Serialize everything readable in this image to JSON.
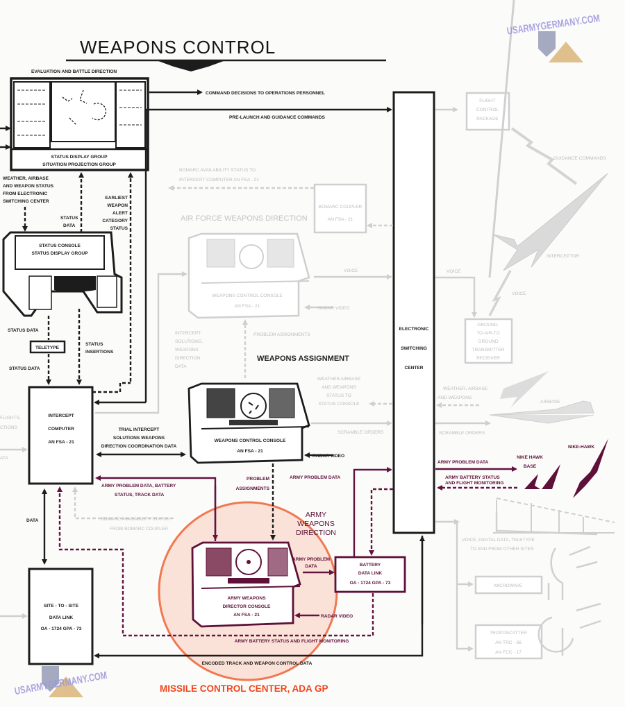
{
  "title": "WEAPONS CONTROL",
  "sections": {
    "air_force": "AIR FORCE WEAPONS DIRECTION",
    "weapons_assignment": "WEAPONS ASSIGNMENT",
    "army": [
      "ARMY",
      "WEAPONS",
      "DIRECTION"
    ]
  },
  "boxes": {
    "evaluation_label": "EVALUATION AND BATTLE DIRECTION",
    "status_display": [
      "STATUS DISPLAY GROUP",
      "SITUATION PROJECTION GROUP"
    ],
    "status_console": [
      "STATUS CONSOLE",
      "STATUS DISPLAY GROUP"
    ],
    "teletype": "TELETYPE",
    "intercept_computer": [
      "INTERCEPT",
      "COMPUTER",
      "AN FSA - 21"
    ],
    "site_to_site": [
      "SITE - TO - SITE",
      "DATA LINK",
      "OA - 1724 GPA - 73"
    ],
    "electronic_switching": [
      "ELECTRONIC",
      "SWITCHING",
      "CENTER"
    ],
    "battery_data_link": [
      "BATTERY",
      "DATA LINK",
      "OA - 1724 GPA - 73"
    ],
    "flight_control": [
      "FLIGHT",
      "CONTROL",
      "PACKAGE"
    ],
    "bomarc_coupler": [
      "BOMARC COUPLER",
      "AN FSA - 21"
    ],
    "ground_to_air": [
      "GROUND-",
      "TO-AIR-TO",
      "GROUND",
      "TRANSMITTER",
      "RECEIVER"
    ],
    "microwave": "MICROWAVE",
    "troposcatter": [
      "TROPOSCATTER",
      "AN TRC - 66",
      "AN FCC - 17"
    ],
    "af_console": [
      "WEAPONS CONTROL CONSOLE",
      "AN FSA - 21"
    ],
    "weapons_console": [
      "WEAPONS CONTROL CONSOLE",
      "AN FSA - 21"
    ],
    "army_console": [
      "ARMY WEAPONS",
      "DIRECTOR CONSOLE",
      "AN FSA - 21"
    ]
  },
  "flows": {
    "command_decisions": "COMMAND DECISIONS TO OPERATIONS PERSONNEL",
    "prelaunch": "PRE-LAUNCH AND GUIDANCE COMMANDS",
    "weather_from_esc": [
      "WEATHER, AIRBASE",
      "AND WEAPON STATUS",
      "FROM ELECTRONIC",
      "SWITCHING CENTER"
    ],
    "status_data_up": [
      "STATUS",
      "DATA"
    ],
    "earliest_alert": [
      "EARLIEST",
      "WEAPON",
      "ALERT",
      "CATEGORY",
      "STATUS"
    ],
    "status_data_1": "STATUS DATA",
    "status_data_2": "STATUS DATA",
    "status_insertions": [
      "STATUS",
      "INSERTIONS"
    ],
    "bomarc_to_ic": [
      "BOMARC AVAILABILITY STATUS TO",
      "INTERCEPT COMPUTER AN FSA - 21"
    ],
    "voice_af": "VOICE",
    "radar_video_af": "RADAR VIDEO",
    "intercept_solutions": [
      "INTERCEPT",
      "SOLUTIONS,",
      "WEAPONS",
      "DIRECTION",
      "DATA"
    ],
    "problem_assignments_af": "PROBLEM ASSIGNMENTS",
    "weather_to_console": [
      "WEATHER AIRBASE",
      "AND WEAPONS",
      "STATUS TO",
      "STATUS CONSOLE"
    ],
    "scramble_orders": "SCRAMBLE ORDERS",
    "trial_intercept": [
      "TRIAL INTERCEPT",
      "SOLUTIONS WEAPONS",
      "DIRECTION COORDINATION DATA"
    ],
    "radar_video": "RADAR VIDEO",
    "army_problem_battery": [
      "ARMY PROBLEM DATA, BATTERY",
      "STATUS, TRACK DATA"
    ],
    "problem_assignments": [
      "PROBLEM",
      "ASSIGNMENTS"
    ],
    "army_problem_data_1": "ARMY PROBLEM DATA",
    "army_problem_data_2": "ARMY PROBLEM DATA",
    "army_battery_status": [
      "ARMY BATTERY STATUS",
      "AND FLIGHT MONITORING"
    ],
    "army_problem_data_3": [
      "ARMY PROBLEM",
      "DATA"
    ],
    "radar_video_army": "RADAR VIDEO",
    "army_battery_monitoring": "ARMY BATTERY STATUS AND FLIGHT MONITORING",
    "encoded_track": "ENCODED TRACK AND WEAPON CONTROL DATA",
    "bomarc_from_coupler": [
      "BOMARC AVAILABILITY STATUS",
      "FROM BOMARC COUPLER"
    ],
    "data": "DATA",
    "voice_esc": "VOICE",
    "voice_radio": "VOICE",
    "guidance_commands": "GUIDANCE COMMANDS",
    "voice_digital": [
      "VOICE, DIGITAL DATA, TELETYPE",
      "TO AND FROM OTHER SITES"
    ],
    "left_cut": [
      "FLIGHTS,",
      "CTIONS",
      "ATA"
    ]
  },
  "labels": {
    "interceptor": "INTERCEPTOR",
    "airbase": "AIRBASE",
    "nike_hawk_base": [
      "NIKE HAWK",
      "BASE"
    ],
    "nike_hawk": "NIKE-HAWK"
  },
  "footer": "MISSILE CONTROL CENTER, ADA GP",
  "watermark": "USARMYGERMANY.COM",
  "colors": {
    "black": "#1c1c1c",
    "gray": "#cfcfcf",
    "army": "#641240",
    "highlight": "#f07850",
    "footer": "#f0461c"
  }
}
